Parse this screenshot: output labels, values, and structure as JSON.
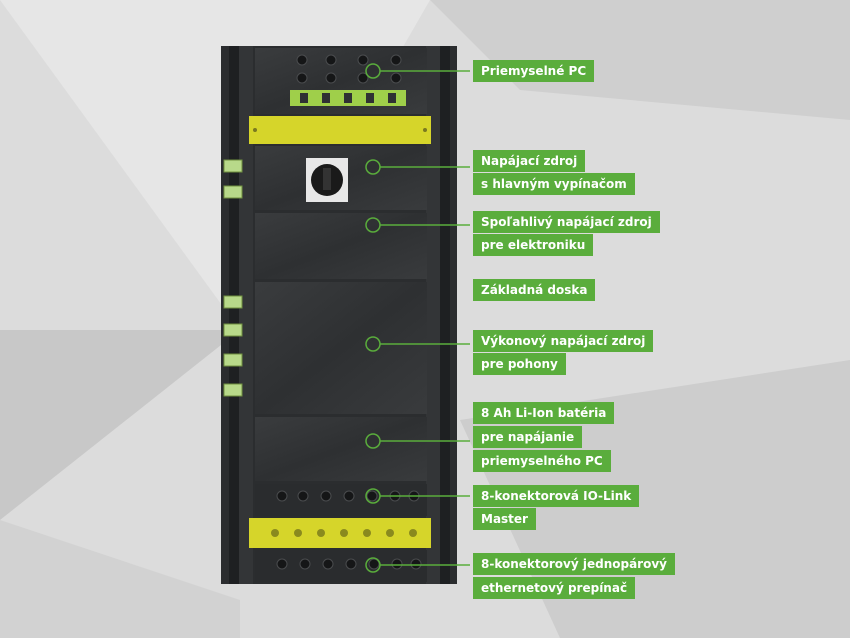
{
  "colors": {
    "accent": "#5aad3c",
    "housing": "#2f3133",
    "yellow": "#d6d52a",
    "background": "#dcdcdc"
  },
  "labels": {
    "pc": "Priemyselné PC",
    "psu_main_1": "Napájací zdroj",
    "psu_main_2": "s hlavným vypínačom",
    "psu_elec_1": "Spoľahlivý napájací zdroj",
    "psu_elec_2": "pre elektroniku",
    "board": "Základná doska",
    "psu_drive_1": "Výkonový napájací zdroj",
    "psu_drive_2": "pre pohony",
    "battery_1": "8 Ah Li-Ion batéria",
    "battery_2": "pre napájanie",
    "battery_3": "priemyselného PC",
    "iolink_1": "8-konektorová IO-Link",
    "iolink_2": "Master",
    "switch_1": "8-konektorový jednopárový",
    "switch_2": "ethernetový prepínač"
  }
}
